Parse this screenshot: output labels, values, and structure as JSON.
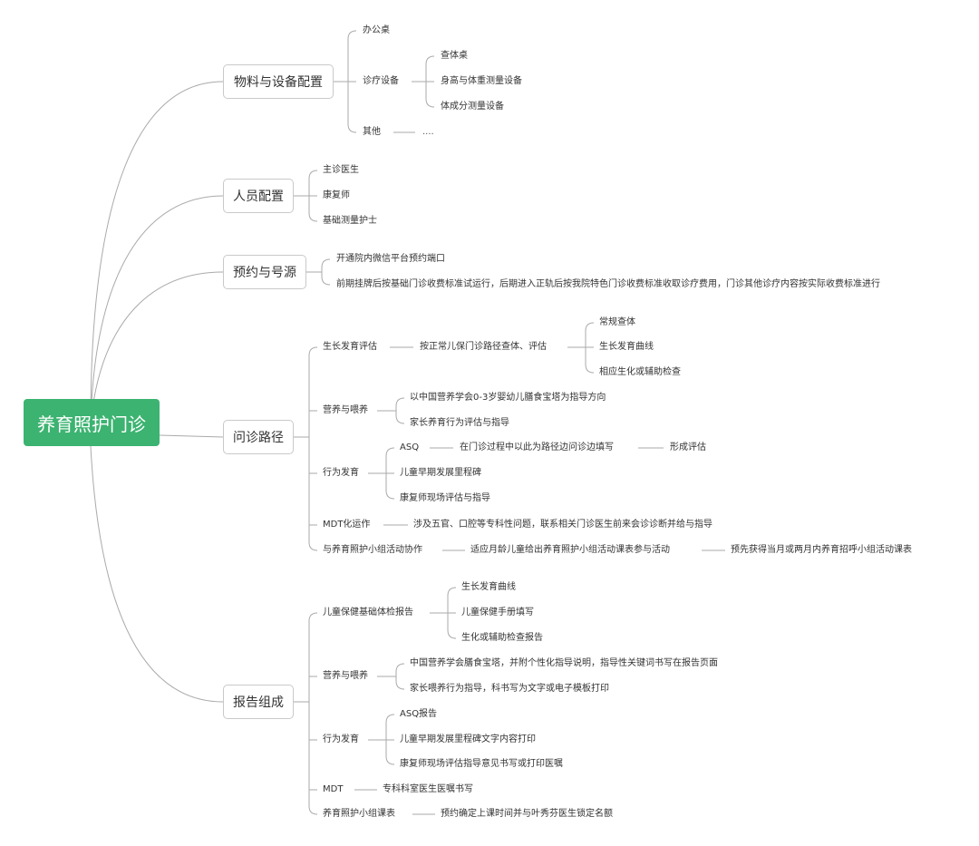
{
  "root": {
    "label": "养育照护门诊"
  },
  "branches": {
    "materials": {
      "label": "物料与设备配置",
      "desk": "办公桌",
      "diagnosis_equipment": "诊疗设备",
      "exam_table": "查体桌",
      "height_weight": "身高与体重测量设备",
      "body_composition": "体成分测量设备",
      "other": "其他",
      "other_value": "...."
    },
    "staff": {
      "label": "人员配置",
      "doctor": "主诊医生",
      "therapist": "康复师",
      "nurse": "基础测量护士"
    },
    "booking": {
      "label": "预约与号源",
      "wechat": "开通院内微信平台预约端口",
      "fees": "前期挂牌后按基础门诊收费标准试运行，后期进入正轨后按我院特色门诊收费标准收取诊疗费用，门诊其他诊疗内容按实际收费标准进行"
    },
    "pathway": {
      "label": "问诊路径",
      "growth_eval": "生长发育评估",
      "growth_path": "按正常儿保门诊路径查体、评估",
      "routine_exam": "常规查体",
      "growth_curve": "生长发育曲线",
      "biochem": "相应生化或辅助检查",
      "nutrition": "营养与喂养",
      "nutrition_pagoda": "以中国营养学会0-3岁婴幼儿膳食宝塔为指导方向",
      "parent_behavior": "家长养育行为评估与指导",
      "behavior_dev": "行为发育",
      "asq": "ASQ",
      "asq_fill": "在门诊过程中以此为路径边问诊边填写",
      "formative": "形成评估",
      "milestones": "儿童早期发展里程碑",
      "therapist_eval": "康复师现场评估与指导",
      "mdt": "MDT化运作",
      "mdt_detail": "涉及五官、口腔等专科性问题，联系相关门诊医生前来会诊诊断并给与指导",
      "group_collab": "与养育照护小组活动协作",
      "group_schedule": "适应月龄儿童给出养育照护小组活动课表参与活动",
      "group_booking": "预先获得当月或两月内养育招呼小组活动课表"
    },
    "report": {
      "label": "报告组成",
      "basic_report": "儿童保健基础体检报告",
      "growth_curve": "生长发育曲线",
      "handbook": "儿童保健手册填写",
      "biochem_report": "生化或辅助检查报告",
      "nutrition": "营养与喂养",
      "pagoda_report": "中国营养学会膳食宝塔，并附个性化指导说明，指导性关键词书写在报告页面",
      "parent_guidance": "家长喂养行为指导，科书写为文字或电子模板打印",
      "behavior_dev": "行为发育",
      "asq_report": "ASQ报告",
      "milestone_print": "儿童早期发展里程碑文字内容打印",
      "therapist_advice": "康复师现场评估指导意见书写或打印医嘱",
      "mdt": "MDT",
      "mdt_detail": "专科科室医生医嘱书写",
      "group_schedule": "养育照护小组课表",
      "group_detail": "预约确定上课时间并与叶秀芬医生锁定名额"
    }
  }
}
